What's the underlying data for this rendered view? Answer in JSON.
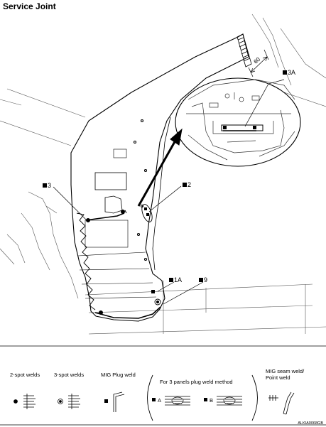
{
  "title": "Service Joint",
  "dimension": "60",
  "callouts": {
    "c3a": "3A",
    "c3": "3",
    "c2": "2",
    "c1a": "1A",
    "c9": "9"
  },
  "legend": {
    "two_spot": "2-spot welds",
    "three_spot": "3-spot welds",
    "mig_plug": "MIG Plug weld",
    "three_panels": "For 3 panels plug weld method",
    "panel_a": "A",
    "panel_b": "B",
    "mig_seam_line1": "MIG seam weld/",
    "mig_seam_line2": "Point weld"
  },
  "figure_code": "ALKIA0068GB"
}
